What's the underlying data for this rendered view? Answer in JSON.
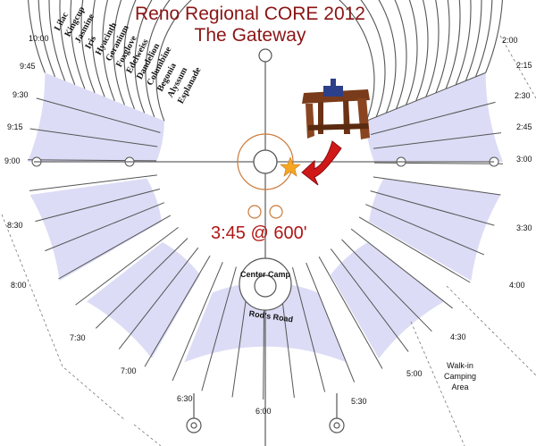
{
  "title_line1": "Reno Regional CORE 2012",
  "title_line2": "The Gateway",
  "marker_label": "3:45 @ 600'",
  "center_camp_label": "Center Camp",
  "road_label": "Rod's Road",
  "walkin_label": [
    "Walk-in",
    "Camping",
    "Area"
  ],
  "streets": [
    "Lilac",
    "Kingcup",
    "Jasmine",
    "Iris",
    "Hyacinth",
    "Geranium",
    "Foxglove",
    "Edelweiss",
    "Dandelion",
    "Columbine",
    "Begonia",
    "Alyssum",
    "Esplanade"
  ],
  "times_left": [
    "10:00",
    "9:45",
    "9:30",
    "9:15",
    "9:00",
    "8:30",
    "8:00",
    "7:30",
    "7:00",
    "6:30",
    "6:00"
  ],
  "times_right": [
    "2:00",
    "2:15",
    "2:30",
    "2:45",
    "3:00",
    "3:30",
    "4:00",
    "4:30",
    "5:00",
    "5:30"
  ],
  "colors": {
    "title": "#8b1515",
    "marker": "#b01616",
    "grid": "#555555",
    "block": "#dcdcf6",
    "ring": "#cc7a3a",
    "star": "#f5a623"
  }
}
